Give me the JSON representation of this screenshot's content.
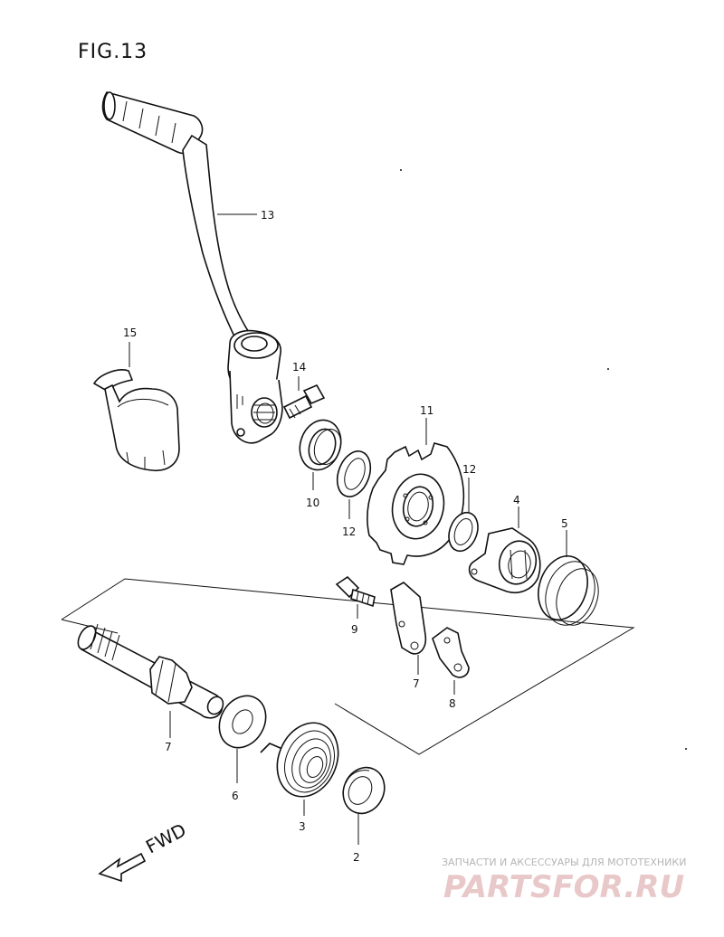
{
  "figure": {
    "title": "FIG.13"
  },
  "direction": {
    "label": "FWD"
  },
  "callouts": {
    "c13": "13",
    "c15": "15",
    "c14": "14",
    "c10": "10",
    "c12a": "12",
    "c11": "11",
    "c12b": "12",
    "c4": "4",
    "c5": "5",
    "c9": "9",
    "c7a": "7",
    "c8": "8",
    "c7b": "7",
    "c6": "6",
    "c3": "3",
    "c2": "2"
  },
  "watermark": {
    "subtitle": "ЗАПЧАСТИ И АКСЕССУАРЫ ДЛЯ МОТОТЕХНИКИ",
    "brand": "PARTSFOR.RU"
  }
}
